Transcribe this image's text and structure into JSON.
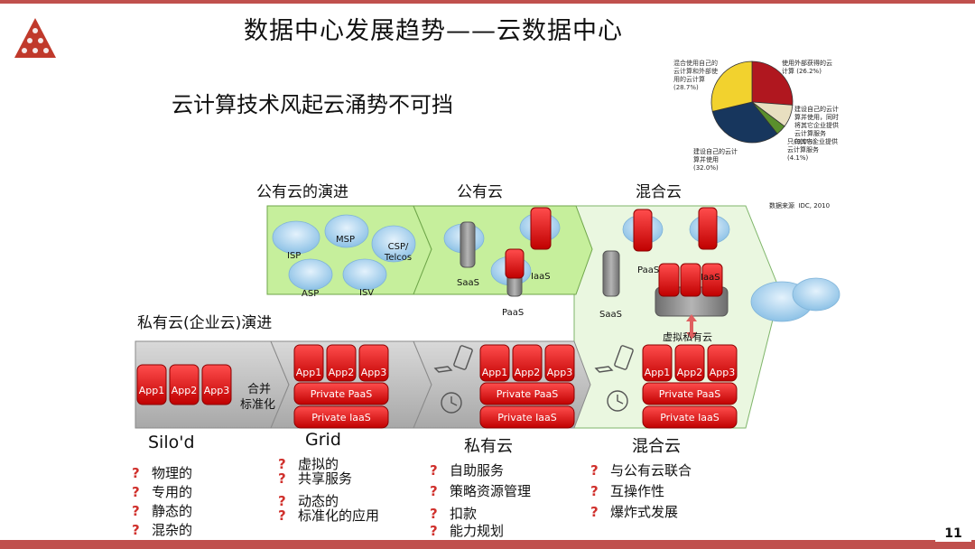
{
  "title": "数据中心发展趋势——云数据中心",
  "subtitle": "云计算技术风起云涌势不可挡",
  "page_number": "11",
  "logo": {
    "icon": "red-triangle-logo-icon"
  },
  "pie": {
    "source_label": "数据来源",
    "source_value": "IDC, 2010",
    "slices": [
      {
        "label": "使用外部获得的云计算 (26.2%)",
        "value": 26.2,
        "color": "#b0171f"
      },
      {
        "label": "建设自己的云计算并使用，同时将其它企业提供云计算服务 (9.0%)",
        "value": 9.0,
        "color": "#e8dfc0"
      },
      {
        "label": "只向其它企业提供云计算服务 (4.1%)",
        "value": 4.1,
        "color": "#5a8f2c"
      },
      {
        "label": "建设自己的云计算并使用 (32.0%)",
        "value": 32.0,
        "color": "#17365d"
      },
      {
        "label": "混合使用自己的云计算和外部使用的云计算 (28.7%)",
        "value": 28.7,
        "color": "#f2d22e"
      }
    ]
  },
  "public_evolution": {
    "heading": "公有云的演进",
    "clouds": [
      "ISP",
      "MSP",
      "CSP/ Telcos",
      "ASP",
      "ISV"
    ]
  },
  "public_cloud": {
    "heading": "公有云",
    "items": [
      "SaaS",
      "IaaS",
      "PaaS"
    ]
  },
  "hybrid_top": {
    "heading": "混合云",
    "items": [
      "PaaS",
      "IaaS",
      "SaaS"
    ],
    "virtual": "虚拟私有云"
  },
  "private_evolution": {
    "heading": "私有云(企业云)演进"
  },
  "stages": {
    "silo": {
      "label": "Silo'd",
      "apps": [
        "App1",
        "App2",
        "App3"
      ],
      "merge": "合并",
      "standard": "标准化"
    },
    "grid": {
      "label": "Grid",
      "apps": [
        "App1",
        "App2",
        "App3"
      ],
      "paas": "Private PaaS",
      "iaas": "Private IaaS"
    },
    "private": {
      "label": "私有云",
      "apps": [
        "App1",
        "App2",
        "App3"
      ],
      "paas": "Private PaaS",
      "iaas": "Private IaaS"
    },
    "hybrid": {
      "label": "混合云",
      "apps": [
        "App1",
        "App2",
        "App3"
      ],
      "paas": "Private PaaS",
      "iaas": "Private IaaS"
    }
  },
  "bullets": {
    "silo": [
      "物理的",
      "专用的",
      "静态的",
      "混杂的"
    ],
    "grid": [
      "虚拟的",
      "共享服务",
      "动态的",
      "标准化的应用"
    ],
    "private": [
      "自助服务",
      "策略资源管理",
      "扣款",
      "能力规划"
    ],
    "hybrid": [
      "与公有云联合",
      "互操作性",
      "爆炸式发展"
    ]
  },
  "marker": "?"
}
